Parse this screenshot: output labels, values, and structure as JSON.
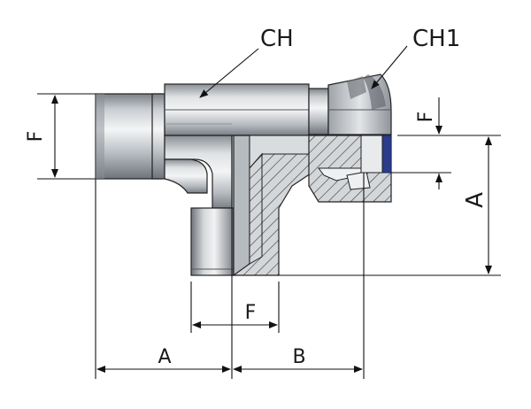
{
  "labels": {
    "ch": "CH",
    "ch1": "CH1",
    "f_left": "F",
    "f_right": "F",
    "f_bottom": "F",
    "a_right": "A",
    "a_bottom": "A",
    "b_bottom": "B"
  },
  "colors": {
    "metal_light": "#e6e8ea",
    "metal_mid": "#b9bec3",
    "metal_dark": "#6d7278",
    "section_fill": "#d3d6d9",
    "hatch": "#3a3a3a",
    "seal_blue": "#2b3c8a",
    "line": "#111111"
  }
}
